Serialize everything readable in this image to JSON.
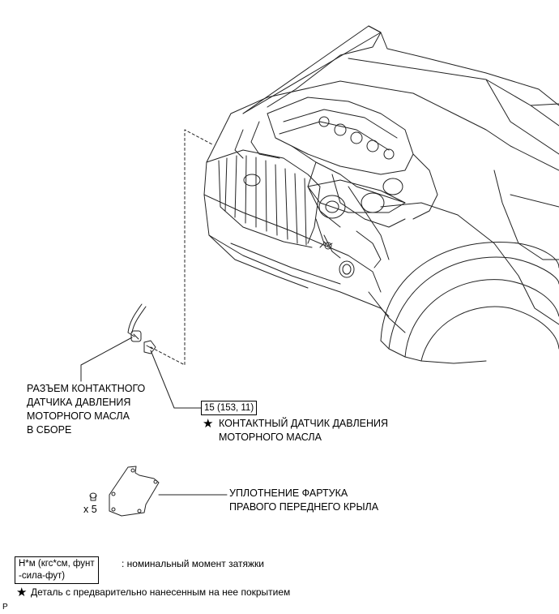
{
  "labels": {
    "connector": [
      "РАЗЪЕМ КОНТАКТНОГО",
      "ДАТЧИКА ДАВЛЕНИЯ",
      "МОТОРНОГО МАСЛА",
      "В СБОРЕ"
    ],
    "torque_value": "15 (153, 11)",
    "switch": [
      "КОНТАКТНЫЙ ДАТЧИК ДАВЛЕНИЯ",
      "МОТОРНОГО МАСЛА"
    ],
    "qty": "x 5",
    "seal": [
      "УПЛОТНЕНИЕ ФАРТУКА",
      "ПРАВОГО ПЕРЕДНЕГО КРЫЛА"
    ]
  },
  "legend": {
    "torque_box": [
      "Н*м (кгс*см, фунт",
      "-сила-фут)"
    ],
    "torque_desc": ": номинальный момент затяжки",
    "star_symbol": "★",
    "star_desc": "Деталь с предварительно нанесенным на нее покрытием"
  },
  "corner_mark": "P"
}
